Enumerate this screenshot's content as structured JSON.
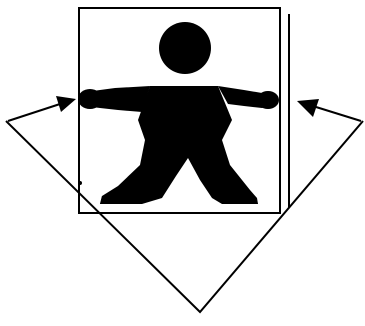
{
  "figure": {
    "subject": "person-silhouette",
    "frame": "square-frame",
    "guides": [
      "left-arrow",
      "right-arrow",
      "v-lines"
    ],
    "colors": {
      "ink": "#000000",
      "background": "#ffffff"
    }
  }
}
